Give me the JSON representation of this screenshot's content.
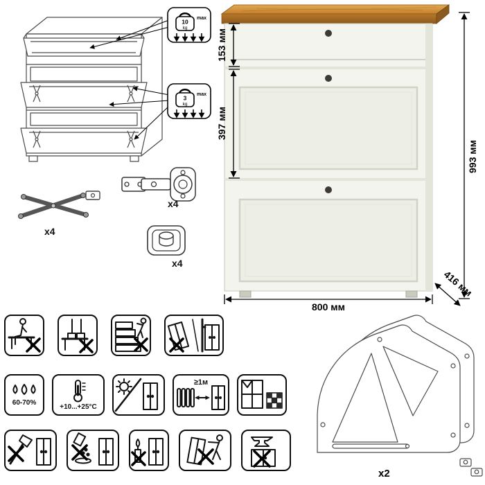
{
  "weight_limits": {
    "drawer": {
      "value": "10",
      "unit": "kg",
      "max": "max"
    },
    "flap": {
      "value": "3",
      "unit": "kg",
      "max": "max"
    }
  },
  "hardware": {
    "lift_stay_count": "x4",
    "hinge_count": "x4",
    "foot_count": "x4"
  },
  "dimensions": {
    "drawer_height": "153 мм",
    "flap_height": "397 мм",
    "total_height": "993 мм",
    "width": "800 мм",
    "depth": "416 мм"
  },
  "care_labels": {
    "humidity": "60-70%",
    "temperature": "+10...+25°C",
    "heat_distance": "≥1м"
  },
  "mechanism": {
    "count": "x2"
  },
  "colors": {
    "wood_top": "#c5802e",
    "wood_top_light": "#e2a94f",
    "wood_front": "#b9772a",
    "wood_side": "#8a5a1e",
    "cabinet_body": "#f3f4ee",
    "cabinet_panel": "#edefe6",
    "cabinet_line": "#d0d2c5",
    "cabinet_shadow": "#e3e5da",
    "knob": "#3d3a35",
    "outline": "#111111"
  }
}
